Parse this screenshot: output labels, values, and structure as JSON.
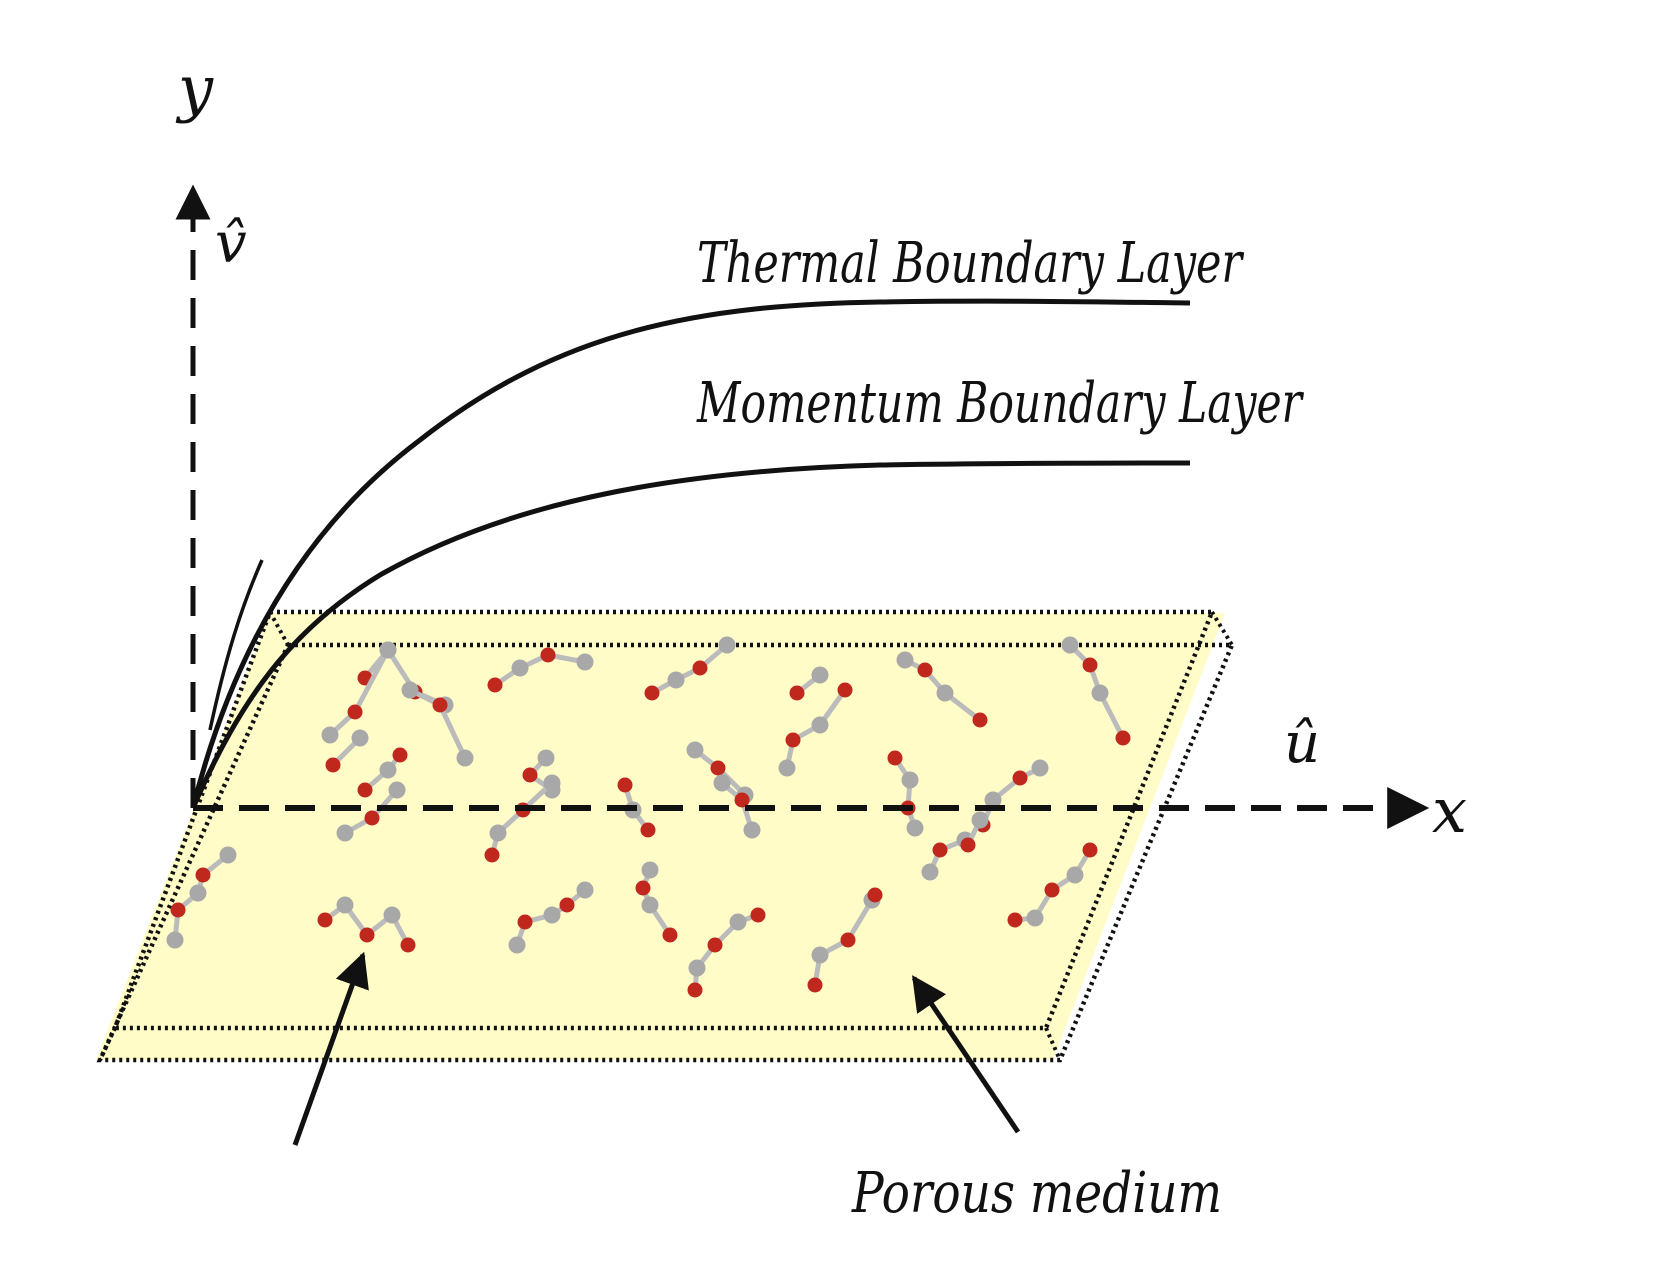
{
  "labels": {
    "y_axis": "y",
    "x_axis": "x",
    "v_hat": "v̂",
    "u_hat": "û",
    "thermal": "Thermal Boundary Layer",
    "momentum": "Momentum Boundary Layer",
    "porous": "Porous medium"
  },
  "colors": {
    "plate_fill": "#FFFCC8",
    "curve": "#111111",
    "particle_red": "#C0281E",
    "particle_grey": "#A8A8A8",
    "axis": "#111111"
  }
}
